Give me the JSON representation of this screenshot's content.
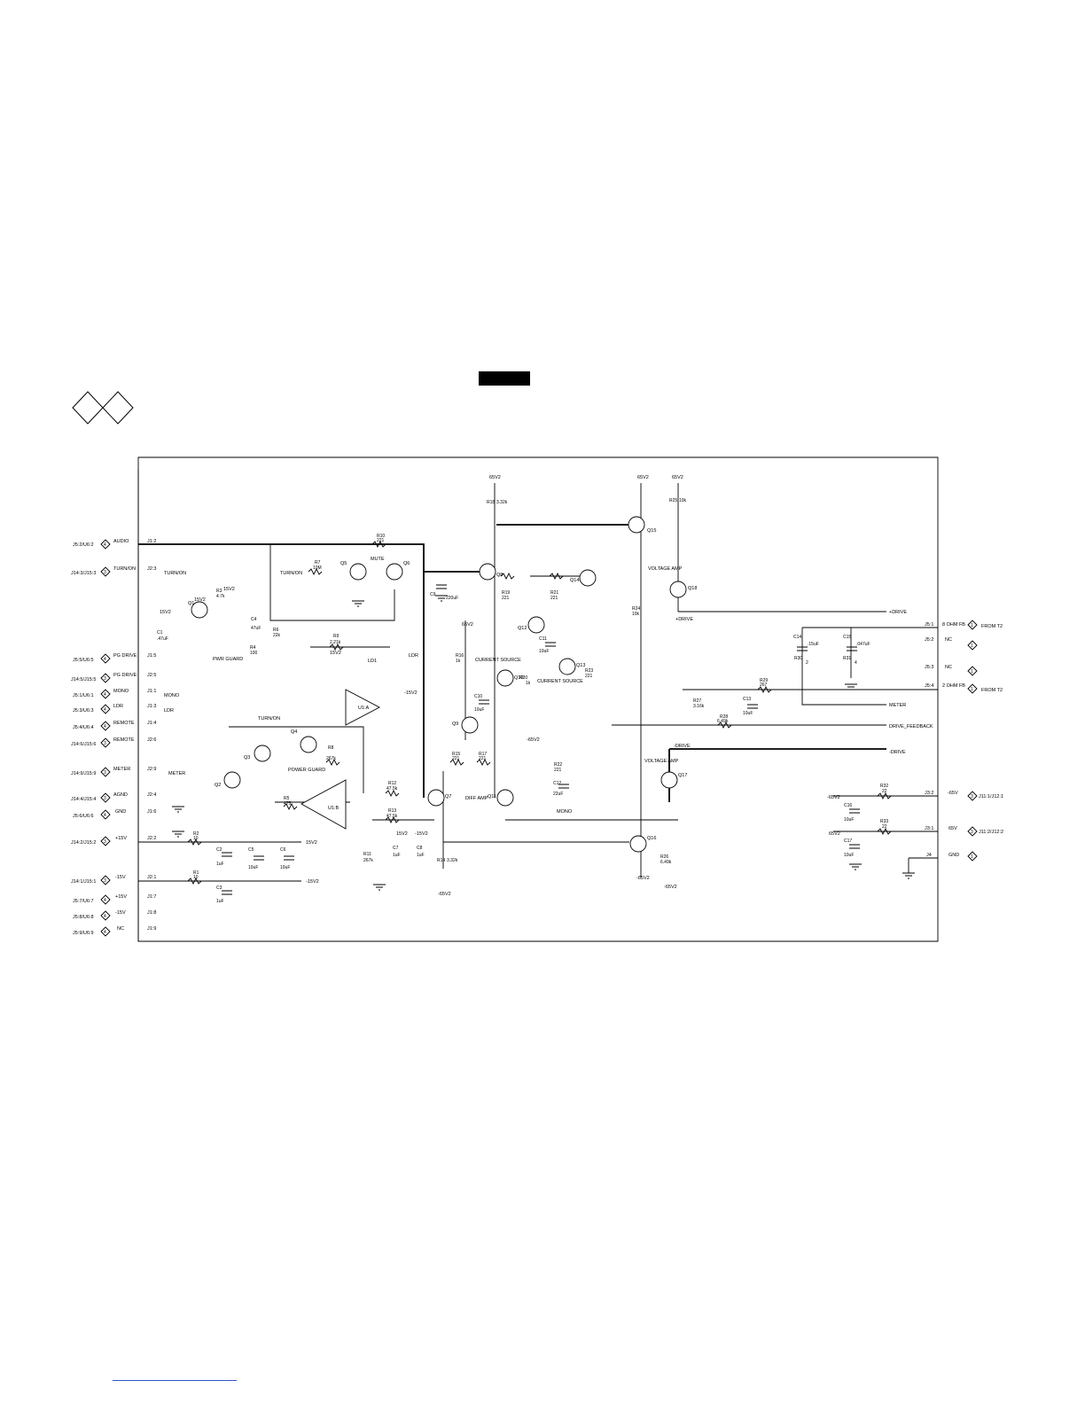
{
  "connectors_left": [
    {
      "ref": "J5:2/U6:2",
      "pin": "4",
      "net": "AUDIO",
      "jpin": "J1:2",
      "label": ""
    },
    {
      "ref": "J14:3/J15:3",
      "pin": "3",
      "net": "TURN/ON",
      "jpin": "J2:3",
      "label": "TURN/ON"
    },
    {
      "ref": "J5:5/U6:5",
      "pin": "4",
      "net": "PG DRIVE",
      "jpin": "J1:5",
      "label": ""
    },
    {
      "ref": "J14:5/J15:5",
      "pin": "3",
      "net": "PG DRIVE",
      "jpin": "J2:5",
      "label": ""
    },
    {
      "ref": "J5:1/U6:1",
      "pin": "4",
      "net": "MONO",
      "jpin": "J1:1",
      "label": "MONO"
    },
    {
      "ref": "J5:3/U6:3",
      "pin": "4",
      "net": "LDR",
      "jpin": "J1:3",
      "label": "LDR"
    },
    {
      "ref": "J5:4/U6:4",
      "pin": "4",
      "net": "REMOTE",
      "jpin": "J1:4",
      "label": ""
    },
    {
      "ref": "J14:6/J15:6",
      "pin": "3",
      "net": "REMOTE",
      "jpin": "J2:6",
      "label": ""
    },
    {
      "ref": "J14:9/J15:9",
      "pin": "3",
      "net": "METER",
      "jpin": "J2:9",
      "label": "METER"
    },
    {
      "ref": "J14:4/J15:4",
      "pin": "3",
      "net": "AGND",
      "jpin": "J2:4",
      "label": ""
    },
    {
      "ref": "J5:6/U6:6",
      "pin": "4",
      "net": "GND",
      "jpin": "J1:6",
      "label": ""
    },
    {
      "ref": "J14:2/J15:2",
      "pin": "3",
      "net": "+15V",
      "jpin": "J2:2",
      "label": "15V2"
    },
    {
      "ref": "J14:1/J15:1",
      "pin": "3",
      "net": "-15V",
      "jpin": "J2:1",
      "label": "-15V2"
    },
    {
      "ref": "J5:7/U6:7",
      "pin": "4",
      "net": "+15V",
      "jpin": "J1:7",
      "label": ""
    },
    {
      "ref": "J5:8/U6:8",
      "pin": "4",
      "net": "-15V",
      "jpin": "J1:8",
      "label": ""
    },
    {
      "ref": "J5:9/U6:9",
      "pin": "4",
      "net": "NC",
      "jpin": "J1:9",
      "label": ""
    }
  ],
  "connectors_right": [
    {
      "jpin": "J5:1",
      "net": "8 OHM FB",
      "pin": "1",
      "label": "FROM T2"
    },
    {
      "jpin": "J5:2",
      "net": "NC",
      "pin": "1",
      "label": ""
    },
    {
      "jpin": "J5:3",
      "net": "NC",
      "pin": "1",
      "label": ""
    },
    {
      "jpin": "J5:4",
      "net": "2 OHM FB",
      "pin": "1",
      "label": "FROM T2"
    },
    {
      "jpin": "J3:2",
      "net": "-65V",
      "pin": "3",
      "label": "J11:1/J12:1"
    },
    {
      "jpin": "J3:1",
      "net": "65V",
      "pin": "3",
      "label": "J11:2/J12:2"
    },
    {
      "jpin": "J4",
      "net": "GND",
      "pin": "1",
      "label": ""
    }
  ],
  "transistors": [
    {
      "ref": "Q1"
    },
    {
      "ref": "Q2"
    },
    {
      "ref": "Q3"
    },
    {
      "ref": "Q4"
    },
    {
      "ref": "Q5"
    },
    {
      "ref": "Q6"
    },
    {
      "ref": "Q7"
    },
    {
      "ref": "Q8"
    },
    {
      "ref": "Q9"
    },
    {
      "ref": "Q10"
    },
    {
      "ref": "Q11"
    },
    {
      "ref": "Q12"
    },
    {
      "ref": "Q13"
    },
    {
      "ref": "Q14"
    },
    {
      "ref": "Q15"
    },
    {
      "ref": "Q16"
    },
    {
      "ref": "Q17"
    },
    {
      "ref": "Q18"
    }
  ],
  "resistors": [
    {
      "ref": "R1",
      "value": "10"
    },
    {
      "ref": "R2",
      "value": "10"
    },
    {
      "ref": "R3",
      "value": "4.7k"
    },
    {
      "ref": "R4",
      "value": "100"
    },
    {
      "ref": "R5",
      "value": "475"
    },
    {
      "ref": "R6",
      "value": "22k"
    },
    {
      "ref": "R7",
      "value": "10M"
    },
    {
      "ref": "R8",
      "value": "267k"
    },
    {
      "ref": "R9",
      "value": "2.21k"
    },
    {
      "ref": "R10",
      "value": "221"
    },
    {
      "ref": "R11",
      "value": "267k"
    },
    {
      "ref": "R12",
      "value": "47.5k"
    },
    {
      "ref": "R13",
      "value": "47.5k"
    },
    {
      "ref": "R14",
      "value": "3.32k"
    },
    {
      "ref": "R15",
      "value": "221"
    },
    {
      "ref": "R16",
      "value": "1k"
    },
    {
      "ref": "R17",
      "value": "221"
    },
    {
      "ref": "R18",
      "value": "3.32k"
    },
    {
      "ref": "R19",
      "value": "221"
    },
    {
      "ref": "R20",
      "value": "1k"
    },
    {
      "ref": "R21",
      "value": "221"
    },
    {
      "ref": "R22",
      "value": "221"
    },
    {
      "ref": "R23",
      "value": "221"
    },
    {
      "ref": "R24",
      "value": "10k"
    },
    {
      "ref": "R25",
      "value": "10k"
    },
    {
      "ref": "R26",
      "value": "6.49k"
    },
    {
      "ref": "R27",
      "value": "3.16k"
    },
    {
      "ref": "R28",
      "value": "6.49k"
    },
    {
      "ref": "R29",
      "value": "267"
    },
    {
      "ref": "R30",
      "value": "2"
    },
    {
      "ref": "R31",
      "value": "4"
    },
    {
      "ref": "R32",
      "value": "22"
    },
    {
      "ref": "R33",
      "value": "22"
    }
  ],
  "capacitors": [
    {
      "ref": "C1",
      "value": ".47uF"
    },
    {
      "ref": "C2",
      "value": "1uF"
    },
    {
      "ref": "C3",
      "value": "1uF"
    },
    {
      "ref": "C4",
      "value": "47uF"
    },
    {
      "ref": "C5",
      "value": "10uF"
    },
    {
      "ref": "C6",
      "value": "10uF"
    },
    {
      "ref": "C7",
      "value": "1uF"
    },
    {
      "ref": "C8",
      "value": "1uF"
    },
    {
      "ref": "C9",
      "value": "220uF"
    },
    {
      "ref": "C10",
      "value": "10uF"
    },
    {
      "ref": "C11",
      "value": "10uF"
    },
    {
      "ref": "C12",
      "value": "22uF"
    },
    {
      "ref": "C13",
      "value": "10uF"
    },
    {
      "ref": "C14",
      "value": ".15uF"
    },
    {
      "ref": "C15",
      "value": ".047uF"
    },
    {
      "ref": "C16",
      "value": "10uF"
    },
    {
      "ref": "C17",
      "value": "10uF"
    }
  ],
  "blocks": {
    "current_source": "CURRENT SOURCE",
    "voltage_amp": "VOLTAGE AMP",
    "diff_amp": "DIFF AMP",
    "power_guard": "POWER GUARD",
    "pwr_guard": "PWR GUARD",
    "mute": "MUTE",
    "turn_on": "TURN/ON",
    "u1a": "U1:A",
    "u1b": "U1:B",
    "ld1": "LD1"
  },
  "net_labels": {
    "drive_pos": "+DRIVE",
    "drive_neg": "-DRIVE",
    "meter": "METER",
    "drive_feedback": "DRIVE_FEEDBACK",
    "ldr": "LDR",
    "mono": "MONO",
    "v65": "65V2",
    "vm65": "-65V2",
    "v15": "15V2",
    "vm15": "-15V2"
  }
}
